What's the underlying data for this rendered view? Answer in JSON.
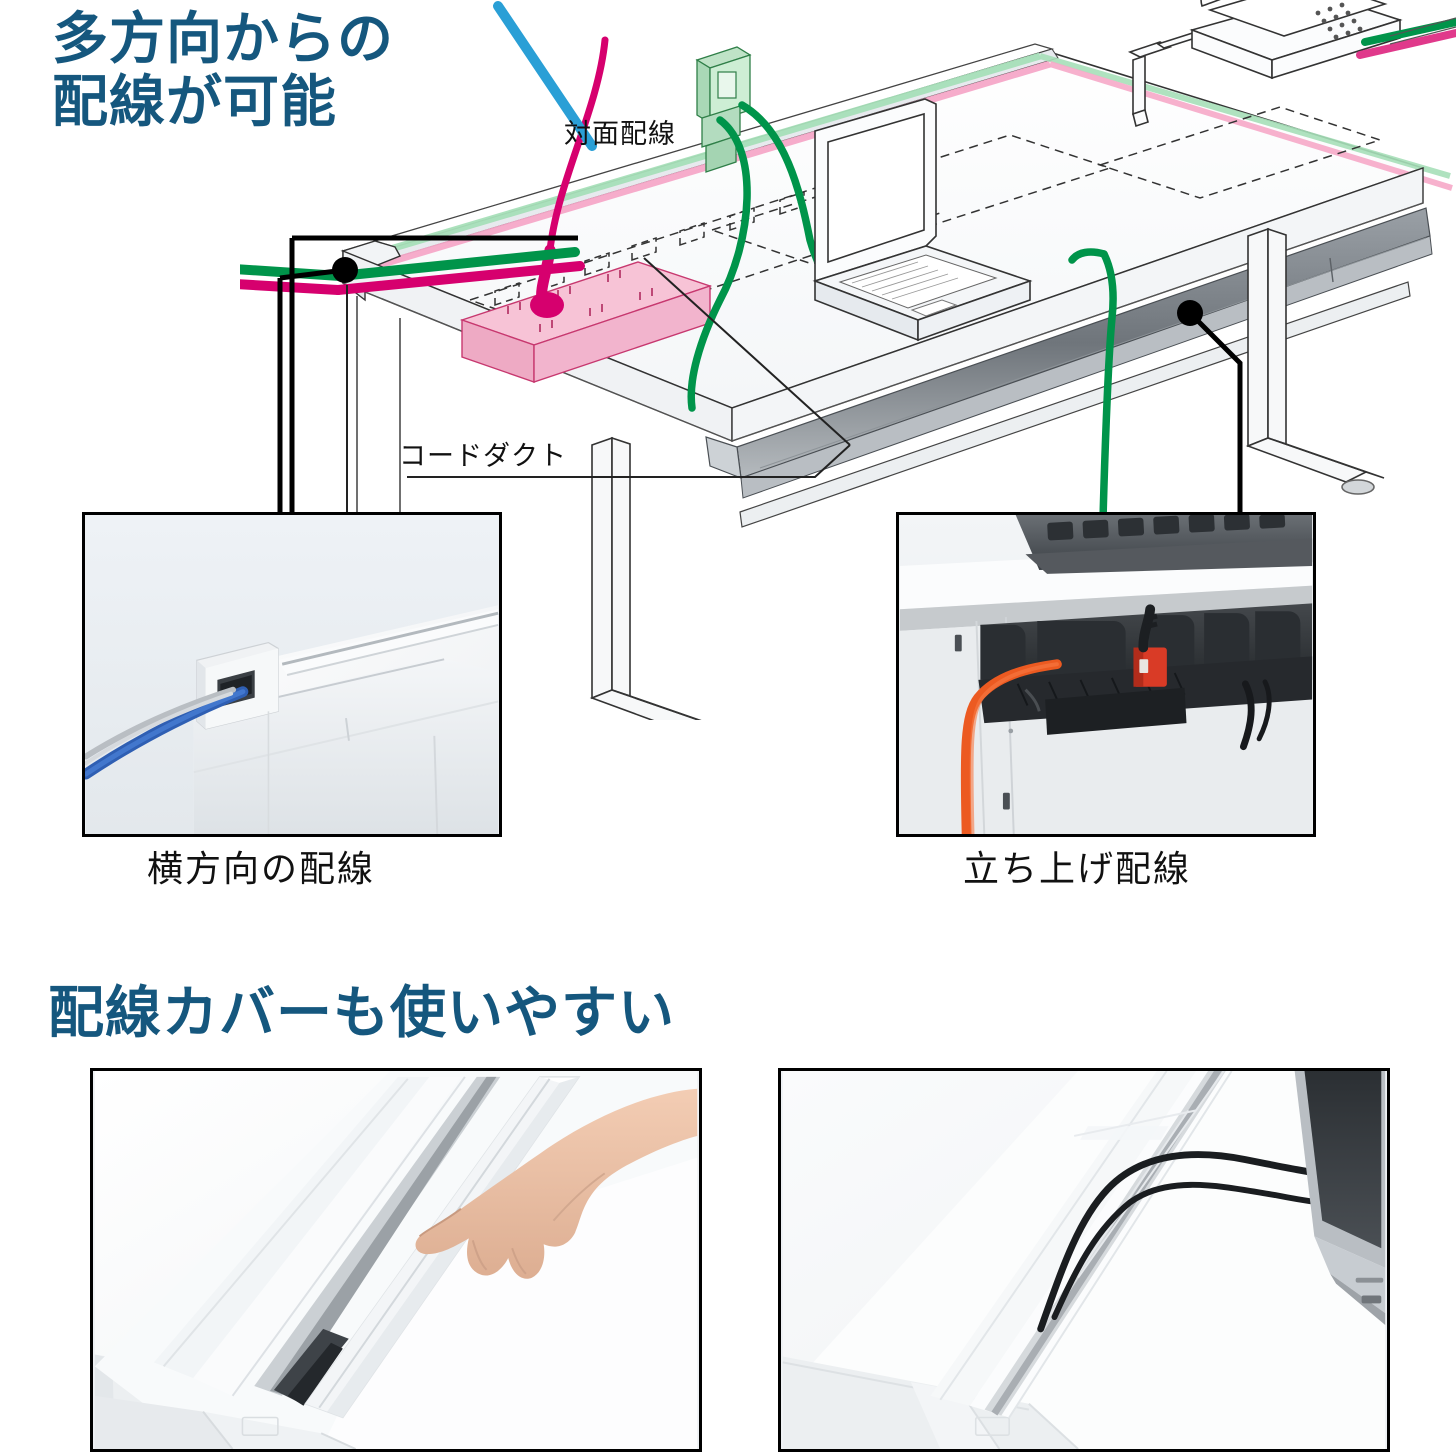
{
  "headings": {
    "main": "多方向からの\n配線が可能",
    "second": "配線カバーも使いやすい",
    "accent_color": "#15577e"
  },
  "diagram": {
    "name": "office-desk-wiring-isometric-illustration",
    "labels": {
      "facing_wiring": "対面配線",
      "cord_duct": "コードダクト"
    },
    "objects": [
      "desk",
      "laptop",
      "telephone-on-arm",
      "pink-power-strip",
      "green-connector",
      "cord-duct-dashed-outline",
      "c-leg-frame",
      "modesty-panel"
    ],
    "cable_colors": {
      "blue": "#2a9fd6",
      "magenta": "#d6006e",
      "green": "#00944a",
      "pink_pale": "#f6a8c8",
      "green_pale": "#a6dfb8",
      "power_strip": "#f4b6cd"
    }
  },
  "photos": [
    {
      "id": "photo-side",
      "name": "horizontal-wiring-photo",
      "caption": "横方向の配線",
      "description": "desk corner side cable outlet with blue and gray cables"
    },
    {
      "id": "photo-riser",
      "name": "riser-wiring-photo",
      "caption": "立ち上げ配線",
      "description": "under-desk black cable duct with orange cable and red adapter, keyboard above"
    },
    {
      "id": "photo-cover",
      "name": "cable-cover-lift-photo",
      "caption": "",
      "description": "hand lifting white cable cover strip from desktop"
    },
    {
      "id": "photo-slot",
      "name": "cable-slot-laptop-photo",
      "caption": "",
      "description": "white desktop cable slot with black cables running to laptop"
    }
  ],
  "captions": {
    "left": "横方向の配線",
    "right": "立ち上げ配線"
  }
}
